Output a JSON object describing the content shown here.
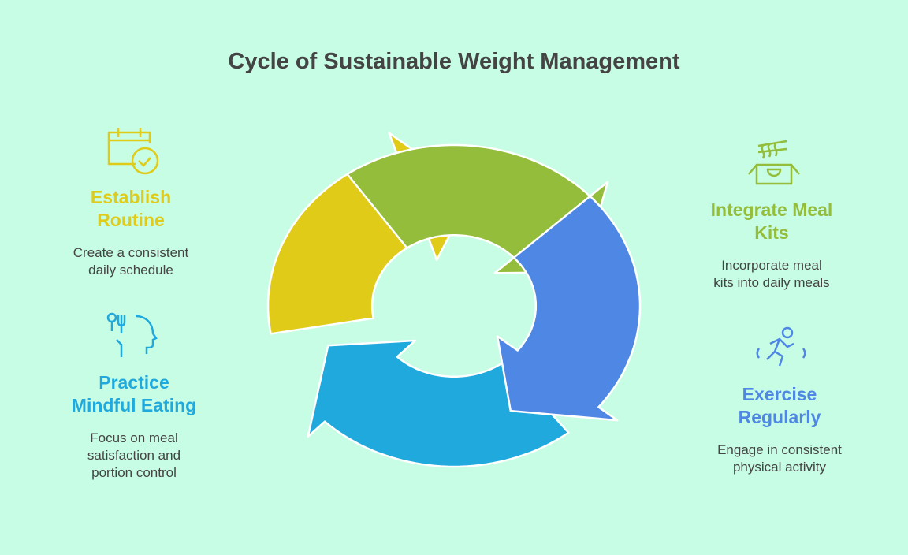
{
  "title": "Cycle of Sustainable Weight Management",
  "steps": [
    {
      "heading": "Establish Routine",
      "line1": "Establish",
      "line2": "Routine",
      "desc1": "Create a consistent",
      "desc2": "daily schedule",
      "color": "#dfcb18",
      "icon": "calendar-check-icon"
    },
    {
      "heading": "Integrate Meal Kits",
      "line1": "Integrate Meal",
      "line2": "Kits",
      "desc1": "Incorporate meal",
      "desc2": "kits into daily meals",
      "color": "#93bd3a",
      "icon": "noodle-box-icon"
    },
    {
      "heading": "Exercise Regularly",
      "line1": "Exercise",
      "line2": "Regularly",
      "desc1": "Engage in consistent",
      "desc2": "physical activity",
      "color": "#4f87e5",
      "icon": "running-person-icon"
    },
    {
      "heading": "Practice Mindful Eating",
      "line1": "Practice",
      "line2": "Mindful Eating",
      "desc1": "Focus on meal",
      "desc2": "satisfaction and",
      "desc3": "portion control",
      "color": "#20a9dc",
      "icon": "head-utensils-icon"
    }
  ]
}
